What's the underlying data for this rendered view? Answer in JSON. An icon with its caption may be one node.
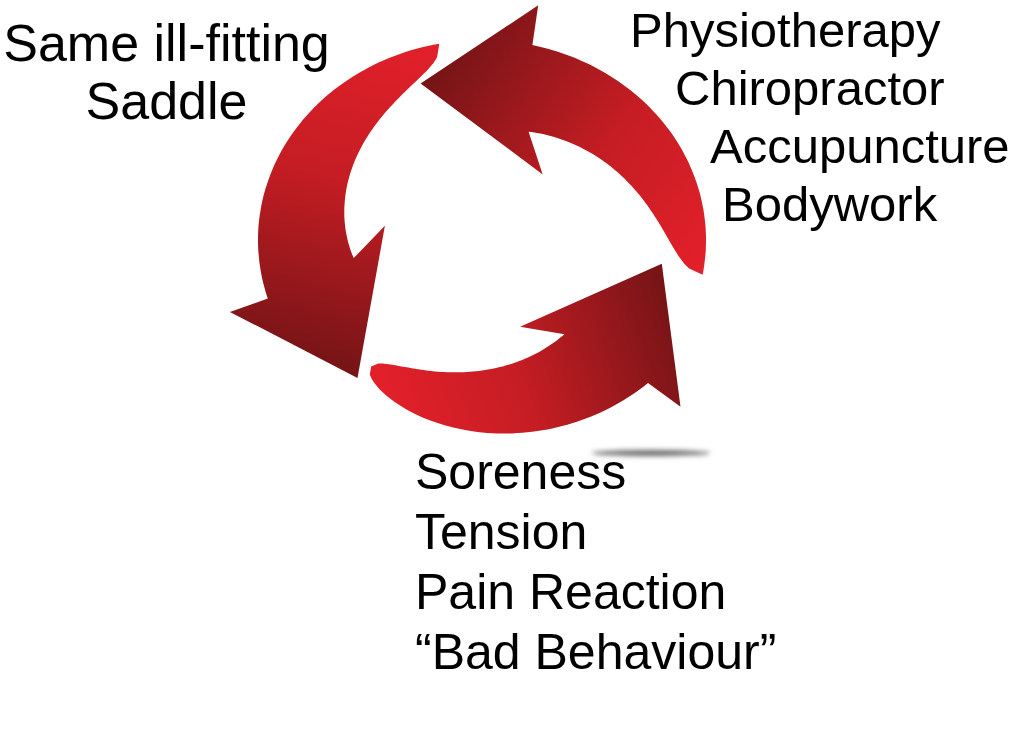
{
  "diagram": {
    "nodes": [
      {
        "text": [
          "Same ill-fitting Saddle"
        ]
      },
      {
        "text": [
          "Physiotherapy",
          "Chiropractor",
          "Accupuncture",
          "Bodywork"
        ]
      },
      {
        "text": [
          "Soreness",
          "Tension",
          "Pain Reaction",
          "“Bad Behaviour”"
        ]
      }
    ],
    "edges": [
      {
        "from": 1,
        "to": 0,
        "arrow": "to"
      },
      {
        "from": 0,
        "to": 2,
        "arrow": "to"
      },
      {
        "from": 2,
        "to": 1,
        "arrow": "to"
      }
    ]
  }
}
